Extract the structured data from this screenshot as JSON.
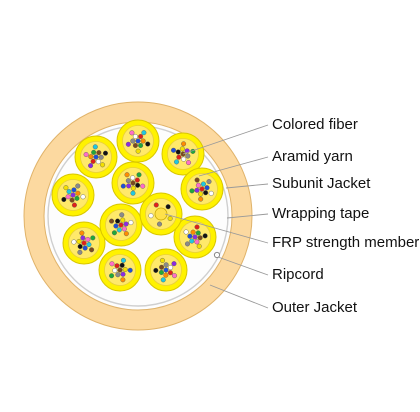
{
  "labels": {
    "colored_fiber": "Colored fiber",
    "aramid_yarn": "Aramid yarn",
    "subunit_jacket": "Subunit Jacket",
    "wrapping_tape": "Wrapping tape",
    "frp_strength_member": "FRP strength member",
    "ripcord": "Ripcord",
    "outer_jacket": "Outer Jacket"
  },
  "colors": {
    "outer_jacket": "#fcd9a0",
    "outer_jacket_edge": "#e0b36a",
    "inner_fill": "#fdfdfd",
    "wrapping_tape": "#cfcfcf",
    "subunit_jacket": "#fff200",
    "subunit_edge": "#d8c600",
    "aramid_yarn": "#ffe96a",
    "frp_member": "#ffe14a",
    "leader_line": "#9a9a9a",
    "fiber_palette": [
      "#1f4fd8",
      "#ff8c00",
      "#1fa83a",
      "#7a4a1e",
      "#8a8a8a",
      "#ffffff",
      "#e0201a",
      "#111111",
      "#f4e000",
      "#8a2be2",
      "#ff6ec7",
      "#20c8e0"
    ]
  }
}
